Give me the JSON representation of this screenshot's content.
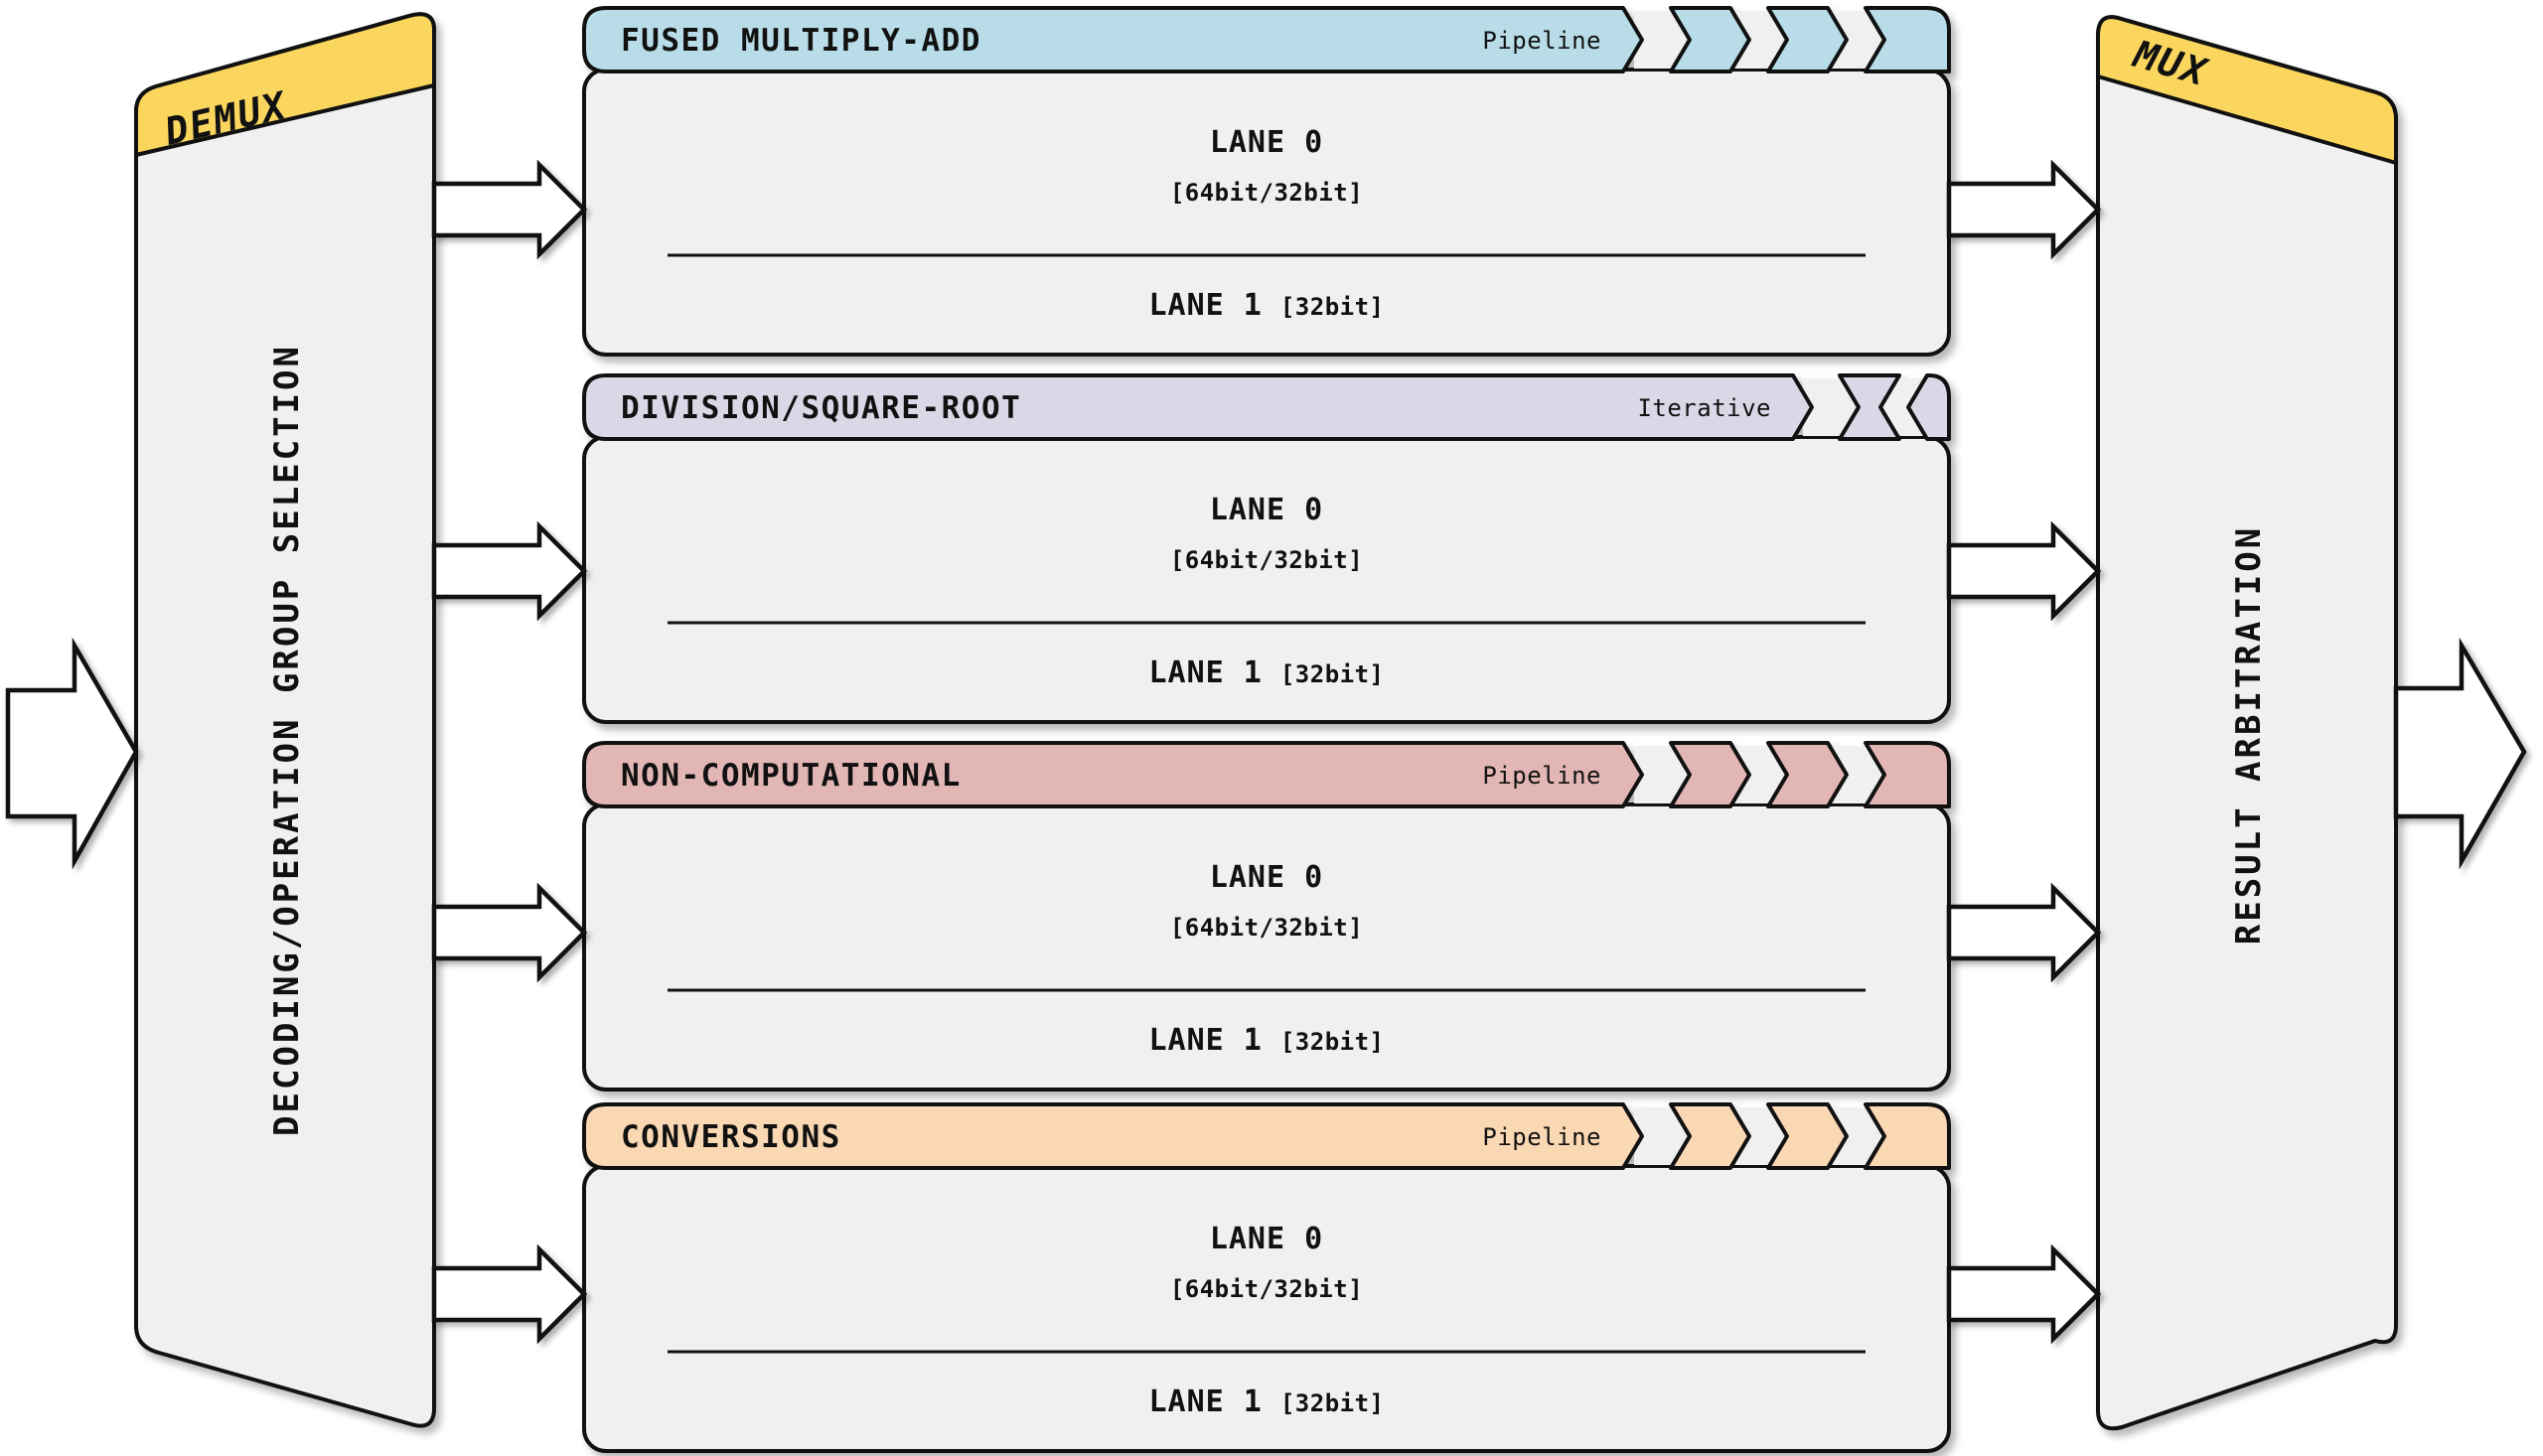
{
  "diagram": {
    "title_semantic": "Floating-point unit operation-group diagram",
    "colors": {
      "background": "#ffffff",
      "tab_yellow": "#fbd65e",
      "card_gray": "#f0f0f0",
      "outline": "#111111"
    },
    "demux": {
      "tab_label": "DEMUX",
      "body_label": "DECODING/OPERATION GROUP SELECTION"
    },
    "mux": {
      "tab_label": "MUX",
      "body_label": "RESULT ARBITRATION"
    },
    "units": [
      {
        "title": "FUSED MULTIPLY-ADD",
        "execution_mode": "Pipeline",
        "header_color": "#b8dce8",
        "lanes": {
          "lane0_label": "LANE 0",
          "lane0_width": "[64bit/32bit]",
          "lane1_label": "LANE 1",
          "lane1_width": "[32bit]"
        }
      },
      {
        "title": "DIVISION/SQUARE-ROOT",
        "execution_mode": "Iterative",
        "header_color": "#dcd7e7",
        "lanes": {
          "lane0_label": "LANE 0",
          "lane0_width": "[64bit/32bit]",
          "lane1_label": "LANE 1",
          "lane1_width": "[32bit]"
        }
      },
      {
        "title": "NON-COMPUTATIONAL",
        "execution_mode": "Pipeline",
        "header_color": "#e2b6b4",
        "lanes": {
          "lane0_label": "LANE 0",
          "lane0_width": "[64bit/32bit]",
          "lane1_label": "LANE 1",
          "lane1_width": "[32bit]"
        }
      },
      {
        "title": "CONVERSIONS",
        "execution_mode": "Pipeline",
        "header_color": "#fbd8b4",
        "lanes": {
          "lane0_label": "LANE 0",
          "lane0_width": "[64bit/32bit]",
          "lane1_label": "LANE 1",
          "lane1_width": "[32bit]"
        }
      }
    ]
  }
}
